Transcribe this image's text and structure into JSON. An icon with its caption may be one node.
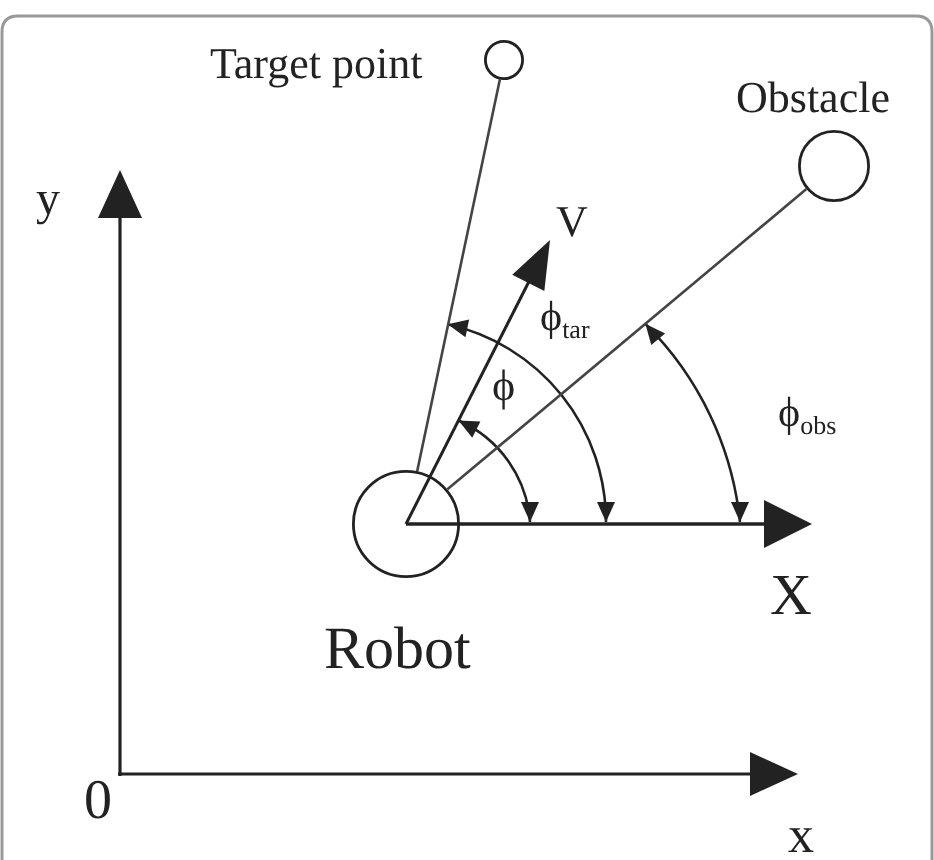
{
  "diagram": {
    "nodes": [
      {
        "text": [],
        "shape": "circle",
        "beside": [
          "Target point"
        ]
      },
      {
        "text": [],
        "shape": "circle",
        "beside": [
          "Obstacle"
        ]
      },
      {
        "text": [],
        "shape": "circle",
        "beside": [
          "Robot"
        ]
      }
    ],
    "edges": [
      {
        "from": 2,
        "to": 0,
        "arrow": "none"
      },
      {
        "from": 2,
        "to": 1,
        "arrow": "none"
      }
    ],
    "labels": [
      "y",
      "V",
      "ϕ$_{tar}$",
      "ϕ",
      "ϕ$_{obs}$",
      "X",
      "0",
      "x"
    ]
  }
}
